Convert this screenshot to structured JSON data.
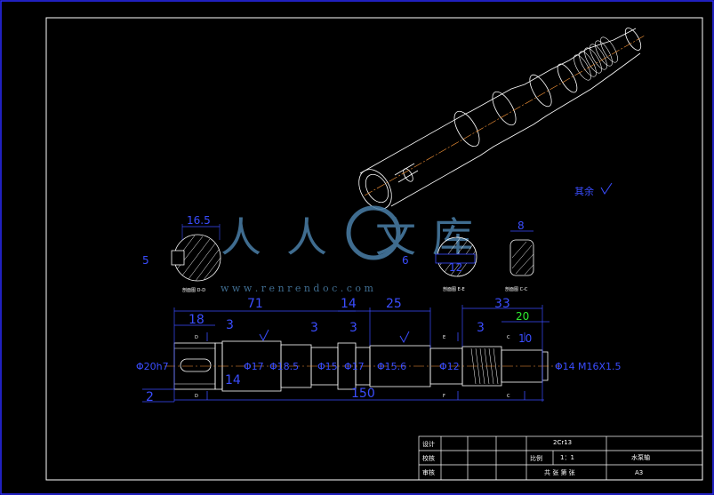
{
  "watermark": {
    "chars": [
      "人",
      "人",
      "文",
      "库"
    ],
    "url": "w w w . r e n r e n d o c . c o m"
  },
  "roughness_note": "其余",
  "sections": {
    "d_label": "剖面图 D-D",
    "e_label": "剖面图 E-E",
    "c_label": "剖面图 C-C",
    "d_width": "16.5",
    "d_height": "5",
    "e_width": "12",
    "e_height": "6",
    "c_width": "8"
  },
  "dimensions": {
    "overall_length": "150",
    "seg_71": "71",
    "seg_18": "18",
    "seg_14_top": "14",
    "seg_25": "25",
    "seg_33": "33",
    "seg_20": "20",
    "seg_14_bottom": "14",
    "seg_2": "2",
    "groove_3_a": "3",
    "groove_3_b": "3",
    "groove_3_c": "3",
    "groove_3_d": "3",
    "groove_10": "10",
    "dia_20": "Φ20h7",
    "dia_17_a": "Φ17",
    "dia_18": "Φ18.5",
    "dia_15": "Φ15",
    "dia_17_b": "Φ17",
    "dia_15_b": "Φ15.6",
    "dia_12": "Φ12",
    "dia_14": "Φ14",
    "thread": "M16X1.5"
  },
  "section_marks": {
    "d": "D",
    "e": "E",
    "f": "F",
    "c": "C"
  },
  "title_block": {
    "designer_label": "设计",
    "checker_label": "校核",
    "approver_label": "审核",
    "material": "2Cr13",
    "scale_label": "比例",
    "scale_value": "1：1",
    "part_name": "水泵轴",
    "sheets": "共 张 第 张",
    "size": "A3"
  }
}
